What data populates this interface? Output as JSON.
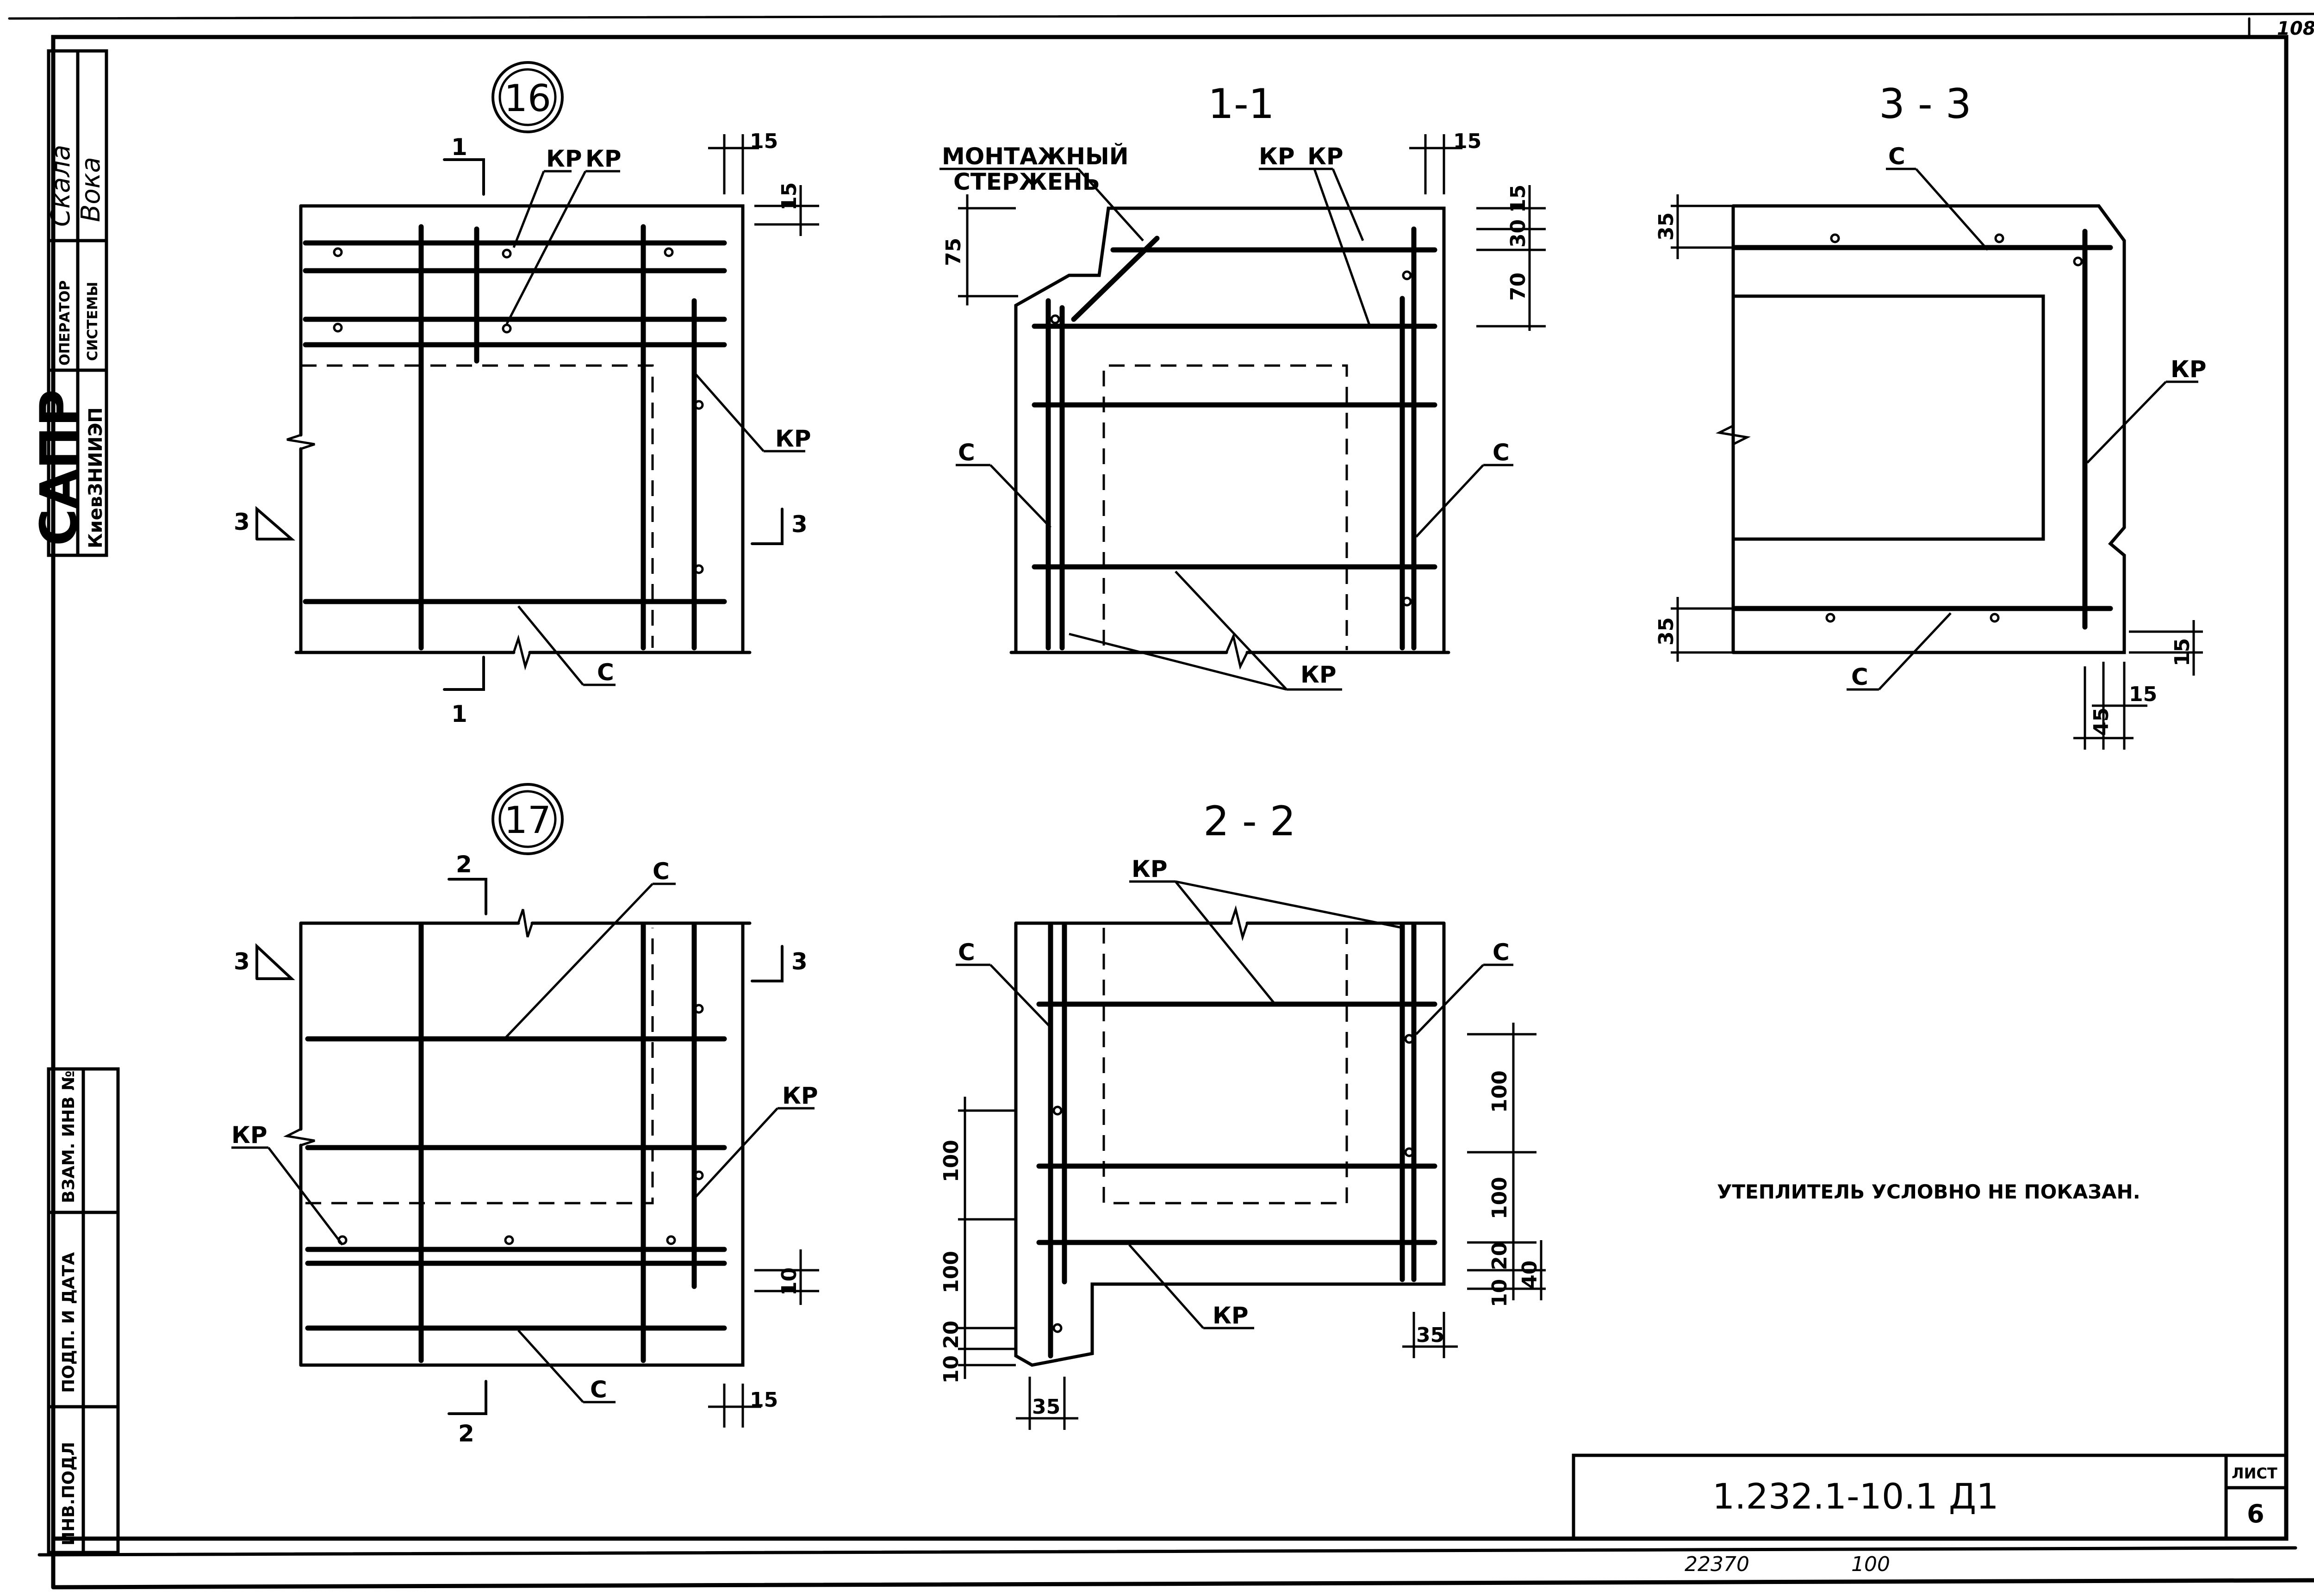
{
  "sheet": {
    "corner_mark": "108",
    "designation": "1.232.1-10.1 Д1",
    "sheet_label": "ЛИСТ",
    "sheet_number": "6",
    "bottom_note": "22370",
    "bottom_note_2": "100",
    "general_note": "УТЕПЛИТЕЛЬ УСЛОВНО НЕ ПОКАЗАН."
  },
  "title_block": {
    "sapr": "САПР",
    "org": "КиевЗНИИЭП",
    "operator": "ОПЕРАТОР",
    "system": "СИСТЕМЫ",
    "handwritten_1": "Скала",
    "handwritten_2": "Вока",
    "vzam": "ВЗАМ. ИНВ №",
    "podp": "ПОДП. И ДАТА",
    "inv": "ИНВ.ПОДЛ"
  },
  "labels": {
    "kr": "КР",
    "c": "С",
    "mounting_line1": "МОНТАЖНЫЙ",
    "mounting_line2": "СТЕРЖЕНЬ"
  },
  "node_16": {
    "number": "16",
    "cut1_top": "1",
    "cut1_bottom": "1",
    "cut3_left": "3",
    "cut3_right": "3",
    "dim_a": "15",
    "dim_b": "15"
  },
  "node_17": {
    "number": "17",
    "cut2_top": "2",
    "cut2_bottom": "2",
    "cut3_left": "3",
    "cut3_right": "3",
    "dim_a": "10",
    "dim_b": "15"
  },
  "section_1_1": {
    "title": "1-1",
    "dims": [
      "15",
      "15",
      "30",
      "70",
      "75"
    ]
  },
  "section_2_2": {
    "title": "2 - 2",
    "dims_left": [
      "100",
      "100",
      "20",
      "10"
    ],
    "dim_bottom_left": "35",
    "dims_right": [
      "100",
      "100",
      "20",
      "10",
      "40"
    ],
    "dim_bottom_right": "35"
  },
  "section_3_3": {
    "title": "3 - 3",
    "dims": [
      "35",
      "35",
      "15",
      "15",
      "45"
    ]
  }
}
